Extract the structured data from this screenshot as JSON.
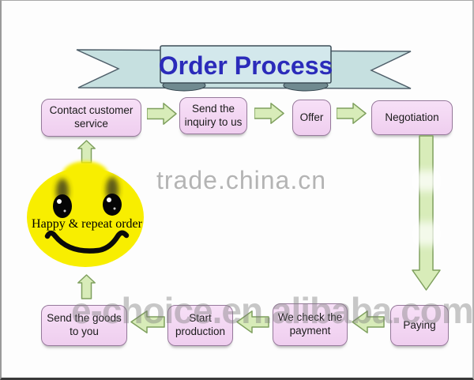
{
  "banner": {
    "title": "Order Process"
  },
  "watermarks": {
    "center": "trade.china.cn",
    "bottom": "e-choice.en.alibaba.com"
  },
  "smiley": {
    "label": "Happy & repeat order",
    "face_color": "#f8ee00"
  },
  "steps": {
    "contact": "Contact customer service",
    "inquiry": "Send the inquiry to us",
    "offer": "Offer",
    "negotiation": "Negotiation",
    "paying": "Paying",
    "check": "We check the payment",
    "start": "Start production",
    "goods": "Send the goods to you"
  },
  "flow": {
    "type": "cycle",
    "order": [
      "Contact customer service",
      "Send the inquiry to us",
      "Offer",
      "Negotiation",
      "Paying",
      "We check the payment",
      "Start production",
      "Send the goods to you",
      "Happy & repeat order"
    ]
  },
  "colors": {
    "box_fill": "#f3d6f3",
    "box_border": "#96799b",
    "arrow_fill": "#d8ecb9",
    "arrow_border": "#7fa05e",
    "ribbon_fill": "#c6e0e0",
    "ribbon_box_fill": "#d3e8ec",
    "banner_text": "#2b2bba",
    "smiley_yellow": "#f8ee00",
    "watermark_gray": "#b4b4b4"
  }
}
